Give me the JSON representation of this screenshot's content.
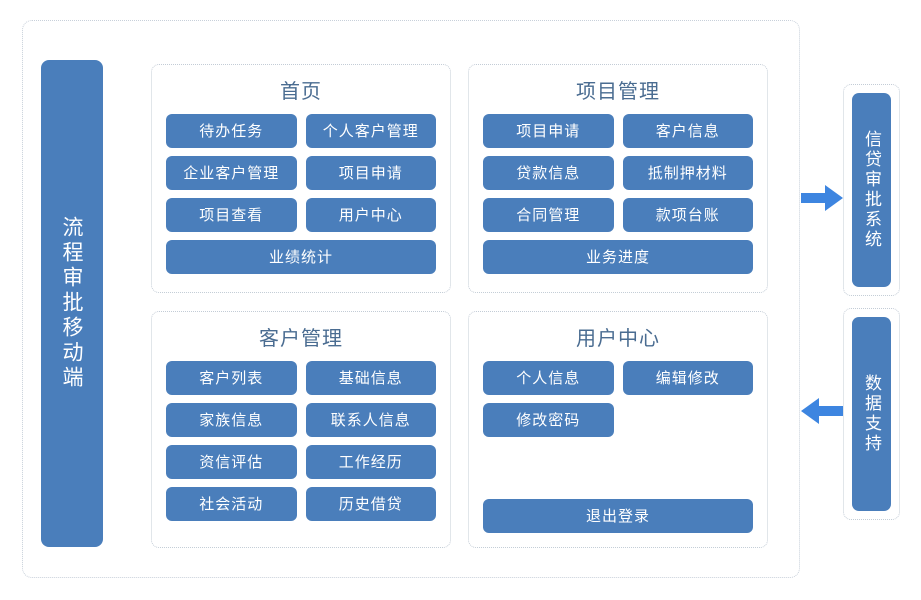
{
  "diagram": {
    "left_pillar": {
      "label": "流程审批移动端"
    },
    "panels": [
      {
        "id": "home",
        "title": "首页",
        "buttons": [
          {
            "label": "待办任务",
            "width": "half"
          },
          {
            "label": "个人客户管理",
            "width": "half"
          },
          {
            "label": "企业客户管理",
            "width": "half"
          },
          {
            "label": "项目申请",
            "width": "half"
          },
          {
            "label": "项目查看",
            "width": "half"
          },
          {
            "label": "用户中心",
            "width": "half"
          },
          {
            "label": "业绩统计",
            "width": "full"
          }
        ]
      },
      {
        "id": "project",
        "title": "项目管理",
        "buttons": [
          {
            "label": "项目申请",
            "width": "half"
          },
          {
            "label": "客户信息",
            "width": "half"
          },
          {
            "label": "贷款信息",
            "width": "half"
          },
          {
            "label": "抵制押材料",
            "width": "half"
          },
          {
            "label": "合同管理",
            "width": "half"
          },
          {
            "label": "款项台账",
            "width": "half"
          },
          {
            "label": "业务进度",
            "width": "full"
          }
        ]
      },
      {
        "id": "customer",
        "title": "客户管理",
        "buttons": [
          {
            "label": "客户列表",
            "width": "half"
          },
          {
            "label": "基础信息",
            "width": "half"
          },
          {
            "label": "家族信息",
            "width": "half"
          },
          {
            "label": "联系人信息",
            "width": "half"
          },
          {
            "label": "资信评估",
            "width": "half"
          },
          {
            "label": "工作经历",
            "width": "half"
          },
          {
            "label": "社会活动",
            "width": "half"
          },
          {
            "label": "历史借贷",
            "width": "half"
          }
        ]
      },
      {
        "id": "user",
        "title": "用户中心",
        "buttons": [
          {
            "label": "个人信息",
            "width": "half"
          },
          {
            "label": "编辑修改",
            "width": "half"
          },
          {
            "label": "修改密码",
            "width": "half"
          }
        ],
        "footer_button": {
          "label": "退出登录"
        }
      }
    ],
    "side_systems": [
      {
        "id": "credit",
        "label": "信贷审批系统"
      },
      {
        "id": "data",
        "label": "数据支持"
      }
    ],
    "arrows": [
      {
        "id": "to-credit",
        "direction": "right"
      },
      {
        "id": "to-mobile",
        "direction": "left"
      }
    ]
  },
  "colors": {
    "block_blue": "#4a7ebb",
    "arrow_blue": "#3d85e0",
    "title_text": "#4a6c91",
    "border_dotted": "#c3ccd6",
    "background": "#ffffff"
  }
}
